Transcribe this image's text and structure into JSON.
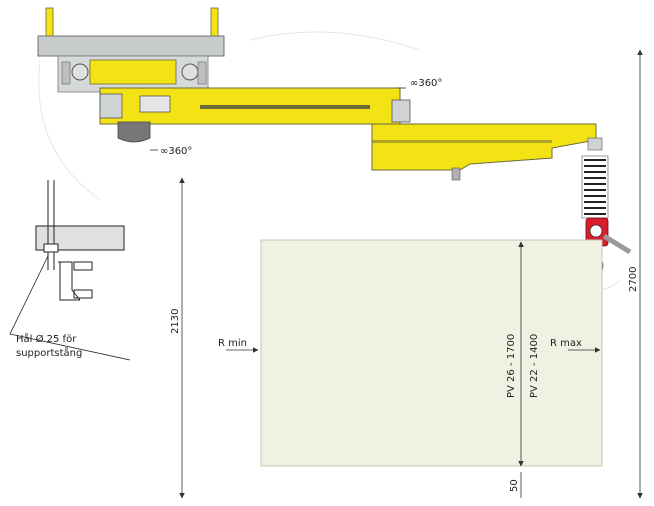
{
  "labels": {
    "rotation_arm": "∞360°",
    "rotation_base": "∞360°",
    "hole_note_line1": "Hål  Ø 25 för",
    "hole_note_line2": "supportstång",
    "r_min": "R min",
    "r_max": "R max",
    "pv1": "PV 26 - 1700",
    "pv2": "PV 22 - 1400"
  },
  "dimensions": {
    "height_under_hook": "2130",
    "total_height": "2700",
    "floor_clearance": "50"
  },
  "colors": {
    "crane_yellow": "#f3e214",
    "crane_outline": "#6b6a3a",
    "frame_grey": "#c7cbcc",
    "work_area": "#f0f0e3",
    "vacuum_red": "#d81e2a",
    "dimension_line": "#333333"
  },
  "icons": {
    "rotation": "rotation-arrow-icon",
    "vacuum_lifter": "vacuum-tube-lifter-icon"
  }
}
